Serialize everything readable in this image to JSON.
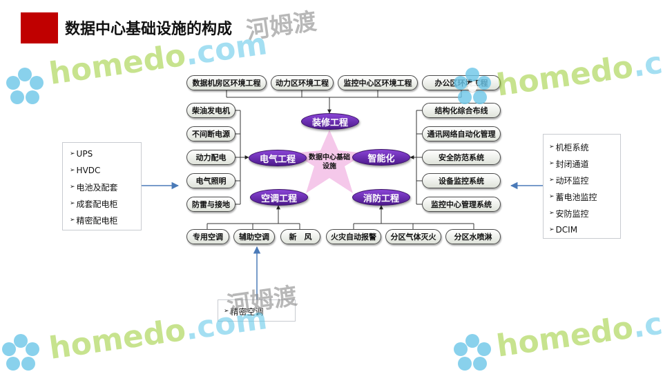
{
  "title": "数据中心基础设施的构成",
  "top_row": [
    "数据机房区环境工程",
    "动力区环境工程",
    "监控中心区环境工程",
    "办公区环境工程"
  ],
  "left_column": [
    "柴油发电机",
    "不间断电源",
    "动力配电",
    "电气照明",
    "防雷与接地"
  ],
  "right_column": [
    "结构化综合布线",
    "通讯网络自动化管理",
    "安全防范系统",
    "设备监控系统",
    "监控中心管理系统"
  ],
  "bottom_left": [
    "专用空调",
    "辅助空调",
    "新　风"
  ],
  "bottom_right": [
    "火灾自动报警",
    "分区气体灭火",
    "分区水喷淋"
  ],
  "ovals": {
    "decoration": "装修工程",
    "electrical": "电气工程",
    "intelligent": "智能化",
    "hvac": "空调工程",
    "fire": "消防工程"
  },
  "center_label": "数据中心基础设施",
  "left_box": [
    "UPS",
    "HVDC",
    "电池及配套",
    "成套配电柜",
    "精密配电柜"
  ],
  "right_box": [
    "机柜系统",
    "封闭通道",
    "动环监控",
    "蓄电池监控",
    "安防监控",
    "DCIM"
  ],
  "bottom_box": [
    "精密空调"
  ],
  "watermark": {
    "en_left": "home",
    "en_mid": "do",
    "en_suffix": ".com",
    "cn": "河姆渡",
    "en_suffix_short": ".co"
  },
  "colors": {
    "title_block": "#c00000",
    "oval": "#6a2fb5",
    "star": "#f4c6e8",
    "arrow": "#4a7ab8"
  }
}
